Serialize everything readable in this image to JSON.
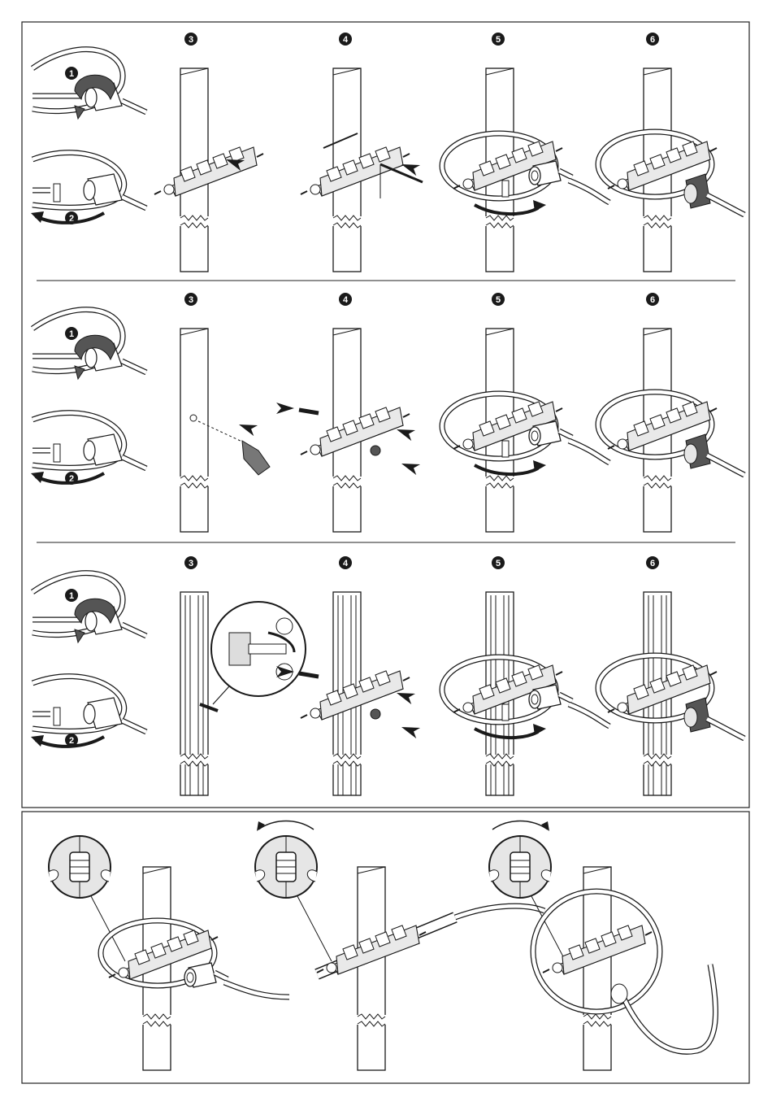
{
  "colors": {
    "ink": "#1a1a1a",
    "panel_border": "#222222",
    "light_fill": "#ffffff",
    "grey_fill": "#cfcfcf",
    "dark_fill": "#555555",
    "ring_fill": "#e6e6e6"
  },
  "rows": [
    {
      "side_steps": [
        "1",
        "2"
      ],
      "steps": [
        "3",
        "4",
        "5",
        "6"
      ]
    },
    {
      "side_steps": [
        "1",
        "2"
      ],
      "steps": [
        "3",
        "4",
        "5",
        "6"
      ]
    },
    {
      "side_steps": [
        "1",
        "2"
      ],
      "steps": [
        "3",
        "4",
        "5",
        "6"
      ]
    }
  ],
  "bottom_panel": {
    "figures": [
      {
        "dial_icon": "dial-neutral-icon",
        "arrow": "none"
      },
      {
        "dial_icon": "dial-rotate-left-icon",
        "arrow": "counterclockwise"
      },
      {
        "dial_icon": "dial-rotate-right-icon",
        "arrow": "clockwise"
      }
    ]
  },
  "icons": [
    "rotate-arrow-icon",
    "curved-arrow-icon",
    "pointer-arrow-icon",
    "drill-icon",
    "screw-icon",
    "nut-icon",
    "cable-tie-icon",
    "magnifier-detail-icon"
  ]
}
